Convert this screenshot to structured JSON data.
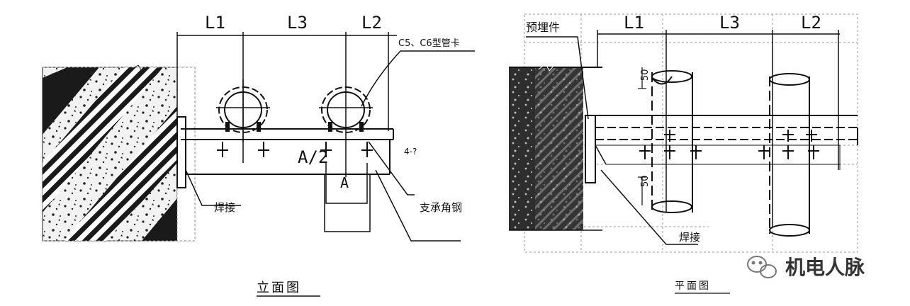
{
  "elevation": {
    "dim_labels": [
      "L1",
      "L3",
      "L2"
    ],
    "clamp_label": "C5、C6型管卡",
    "ratio_label": "A/2",
    "a_label": "A",
    "note_label": "4-?",
    "angle_label": "支承角钢",
    "weld_label": "焊接",
    "caption": "立面图"
  },
  "plan": {
    "embed_label": "预埋件",
    "dim_labels": [
      "L1",
      "L3",
      "L2"
    ],
    "dim_50_top": "50",
    "dim_50_bottom": "50",
    "weld_label": "焊接",
    "caption": "平面图"
  },
  "watermark": {
    "text": "机电人脉",
    "icon": "wechat-icon"
  }
}
